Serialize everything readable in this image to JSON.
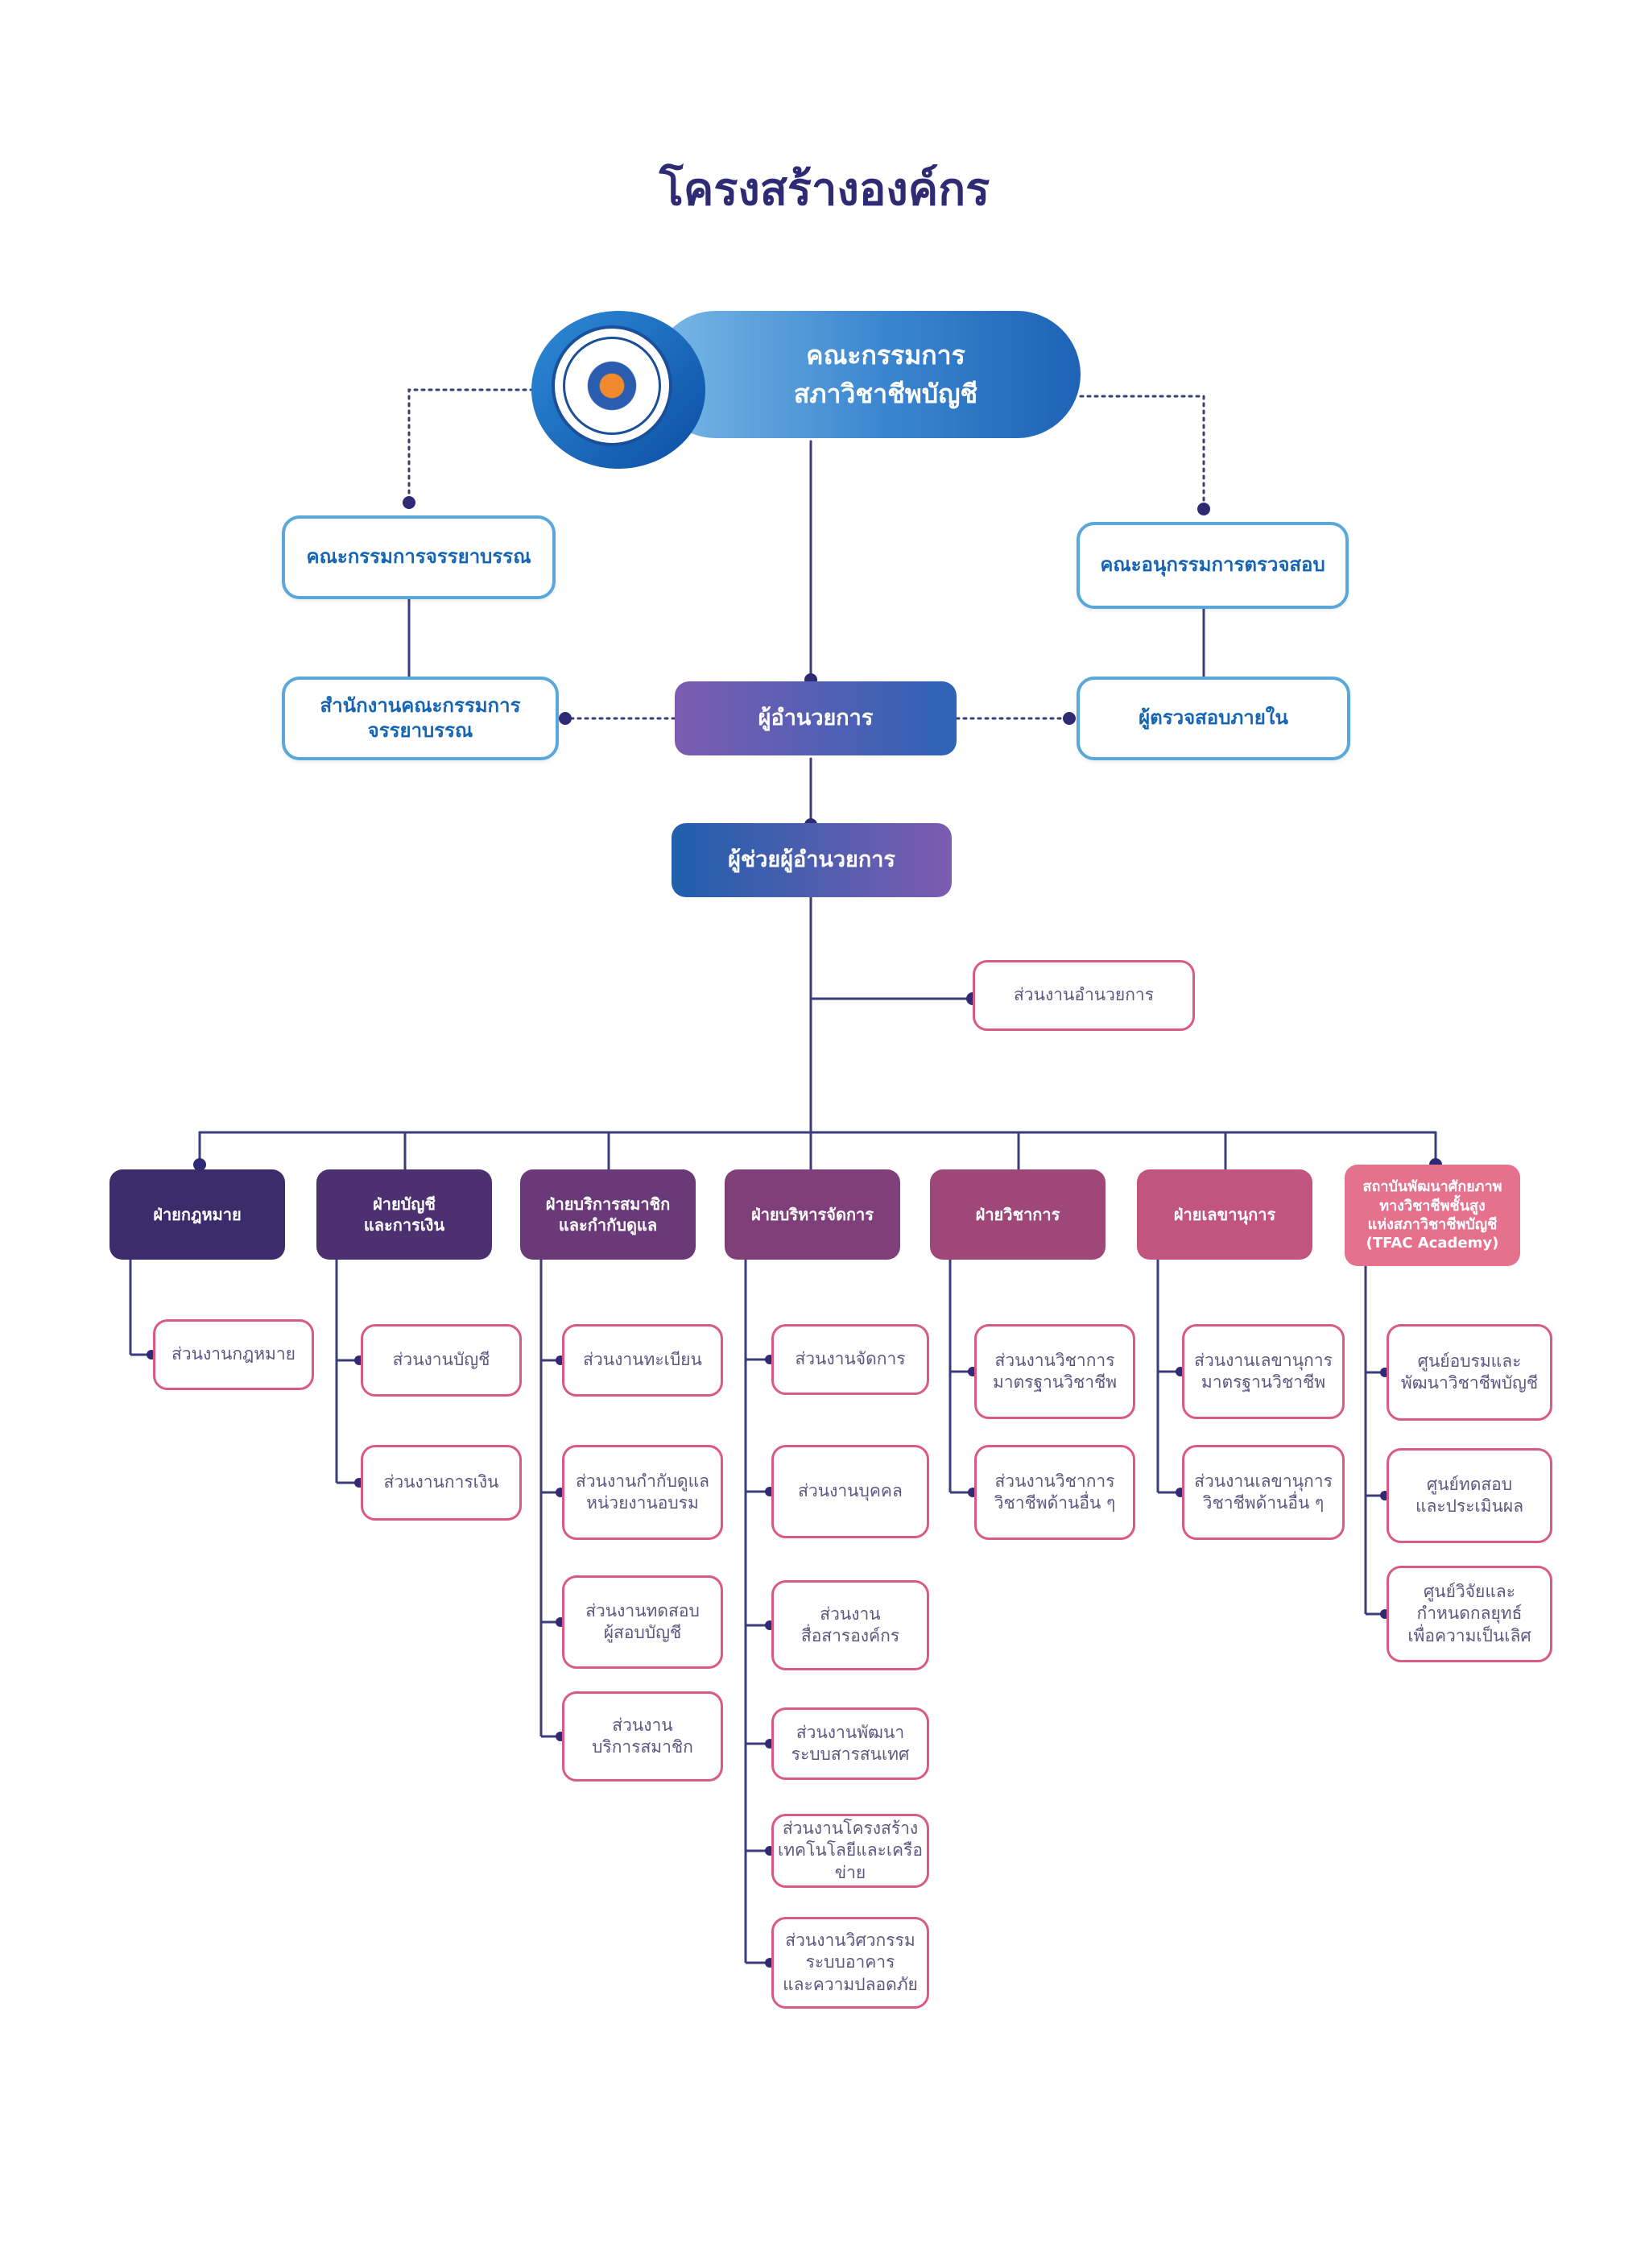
{
  "title": "โครงสร้างองค์กร",
  "board": {
    "label": "คณะกรรมการ\nสภาวิชาชีพบัญชี",
    "logo_icon": "tfac-seal-icon"
  },
  "ethics_committee": "คณะกรรมการจรรยาบรรณ",
  "ethics_office": "สำนักงานคณะกรรมการ\nจรรยาบรรณ",
  "audit_committee": "คณะอนุกรรมการตรวจสอบ",
  "internal_auditor": "ผู้ตรวจสอบภายใน",
  "director": "ผู้อำนวยการ",
  "assistant_director": "ผู้ช่วยผู้อำนวยการ",
  "director_office": "ส่วนงานอำนวยการ",
  "departments": [
    {
      "label": "ฝ่ายกฎหมาย",
      "color": "#3d2c6b",
      "units": [
        "ส่วนงานกฎหมาย"
      ]
    },
    {
      "label": "ฝ่ายบัญชี\nและการเงิน",
      "color": "#4d3070",
      "units": [
        "ส่วนงานบัญชี",
        "ส่วนงานการเงิน"
      ]
    },
    {
      "label": "ฝ่ายบริการสมาชิก\nและกำกับดูแล",
      "color": "#6a3a78",
      "units": [
        "ส่วนงานทะเบียน",
        "ส่วนงานกำกับดูแล\nหน่วยงานอบรม",
        "ส่วนงานทดสอบ\nผู้สอบบัญชี",
        "ส่วนงาน\nบริการสมาชิก"
      ]
    },
    {
      "label": "ฝ่ายบริหารจัดการ",
      "color": "#7f3f78",
      "units": [
        "ส่วนงานจัดการ",
        "ส่วนงานบุคคล",
        "ส่วนงาน\nสื่อสารองค์กร",
        "ส่วนงานพัฒนา\nระบบสารสนเทศ",
        "ส่วนงานโครงสร้าง\nเทคโนโลยีและเครือข่าย",
        "ส่วนงานวิศวกรรม\nระบบอาคาร\nและความปลอดภัย"
      ]
    },
    {
      "label": "ฝ่ายวิชาการ",
      "color": "#9e4778",
      "units": [
        "ส่วนงานวิชาการ\nมาตรฐานวิชาชีพ",
        "ส่วนงานวิชาการ\nวิชาชีพด้านอื่น ๆ"
      ]
    },
    {
      "label": "ฝ่ายเลขานุการ",
      "color": "#c2557f",
      "units": [
        "ส่วนงานเลขานุการ\nมาตรฐานวิชาชีพ",
        "ส่วนงานเลขานุการ\nวิชาชีพด้านอื่น ๆ"
      ]
    },
    {
      "label": "สถาบันพัฒนาศักยภาพ\nทางวิชาชีพชั้นสูง\nแห่งสภาวิชาชีพบัญชี\n(TFAC Academy)",
      "color": "#e5718d",
      "units": [
        "ศูนย์อบรมและ\nพัฒนาวิชาชีพบัญชี",
        "ศูนย์ทดสอบ\nและประเมินผล",
        "ศูนย์วิจัยและ\nกำหนดกลยุทธ์\nเพื่อความเป็นเลิศ"
      ]
    }
  ]
}
